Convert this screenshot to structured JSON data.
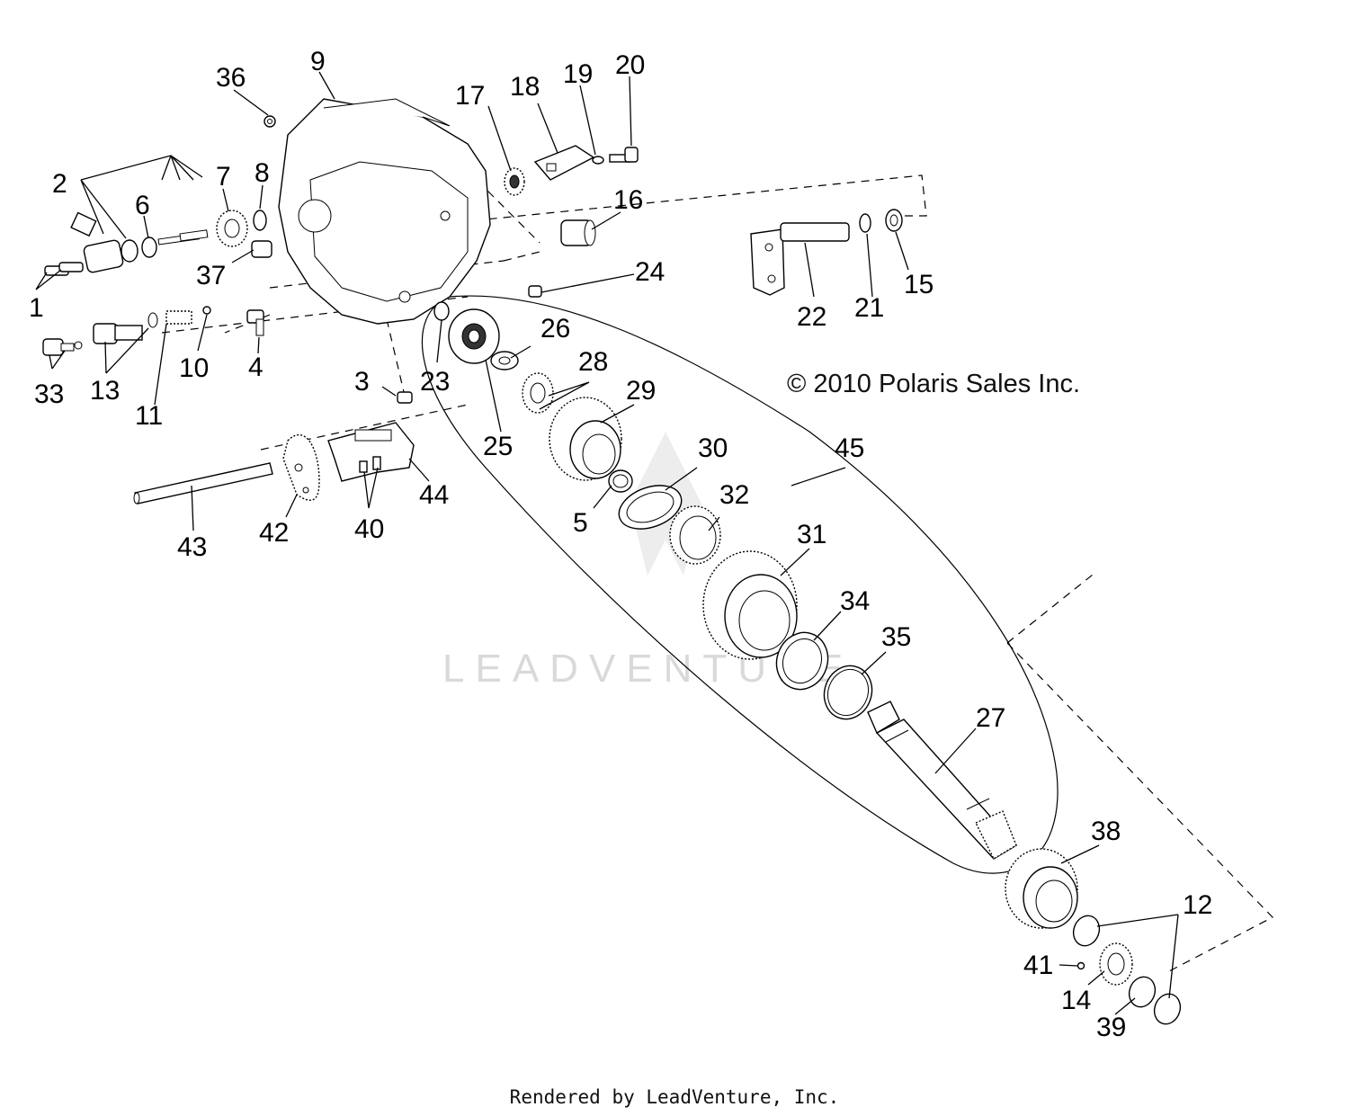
{
  "copyright": "© 2010 Polaris Sales Inc.",
  "watermark": "LEADVENTURE",
  "footer": "Rendered by LeadVenture, Inc.",
  "callouts": [
    "1",
    "2",
    "3",
    "4",
    "5",
    "6",
    "7",
    "8",
    "9",
    "10",
    "11",
    "12",
    "13",
    "14",
    "15",
    "16",
    "17",
    "18",
    "19",
    "20",
    "21",
    "22",
    "23",
    "24",
    "25",
    "26",
    "27",
    "28",
    "29",
    "30",
    "31",
    "32",
    "33",
    "34",
    "35",
    "36",
    "37",
    "38",
    "39",
    "40",
    "41",
    "42",
    "43",
    "44",
    "45"
  ]
}
